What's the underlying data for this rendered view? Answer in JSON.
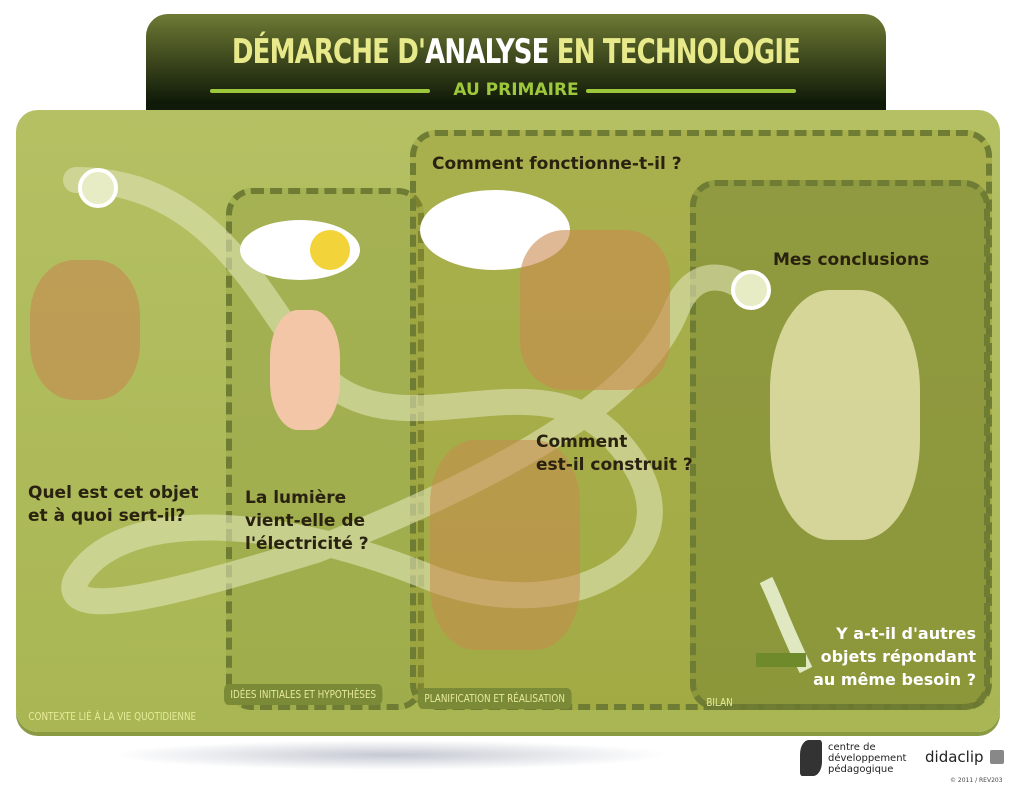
{
  "header": {
    "title_part1": "DÉMARCHE D'",
    "title_highlight": "ANALYSE",
    "title_part2": " EN TECHNOLOGIE",
    "subtitle": "AU PRIMAIRE"
  },
  "stages": [
    {
      "label": "CONTEXTE LIÉ À LA VIE QUOTIDIENNE",
      "question": [
        "Quel est cet objet",
        "et à quoi sert-il?"
      ]
    },
    {
      "label": "IDÉES INITIALES ET HYPOTHÈSES",
      "question": [
        "La lumière",
        "vient-elle de",
        "l'électricité ?"
      ]
    },
    {
      "label": "PLANIFICATION ET RÉALISATION",
      "question_top": "Comment fonctionne-t-il ?",
      "question_bottom": [
        "Comment",
        "est-il construit ?"
      ]
    },
    {
      "label": "BILAN",
      "question": "Mes conclusions",
      "question_loop": [
        "Y a-t-il d'autres",
        "objets répondant",
        "au même besoin ?"
      ]
    }
  ],
  "footer": {
    "org_lines": [
      "centre de",
      "développement",
      "pédagogique"
    ],
    "brand": "didaclip",
    "copyright": "© 2011 / REV203"
  },
  "colors": {
    "board": "#b4c063",
    "header_dark": "#101a08",
    "title": "#e8e98a",
    "accent": "#9ec83c"
  }
}
